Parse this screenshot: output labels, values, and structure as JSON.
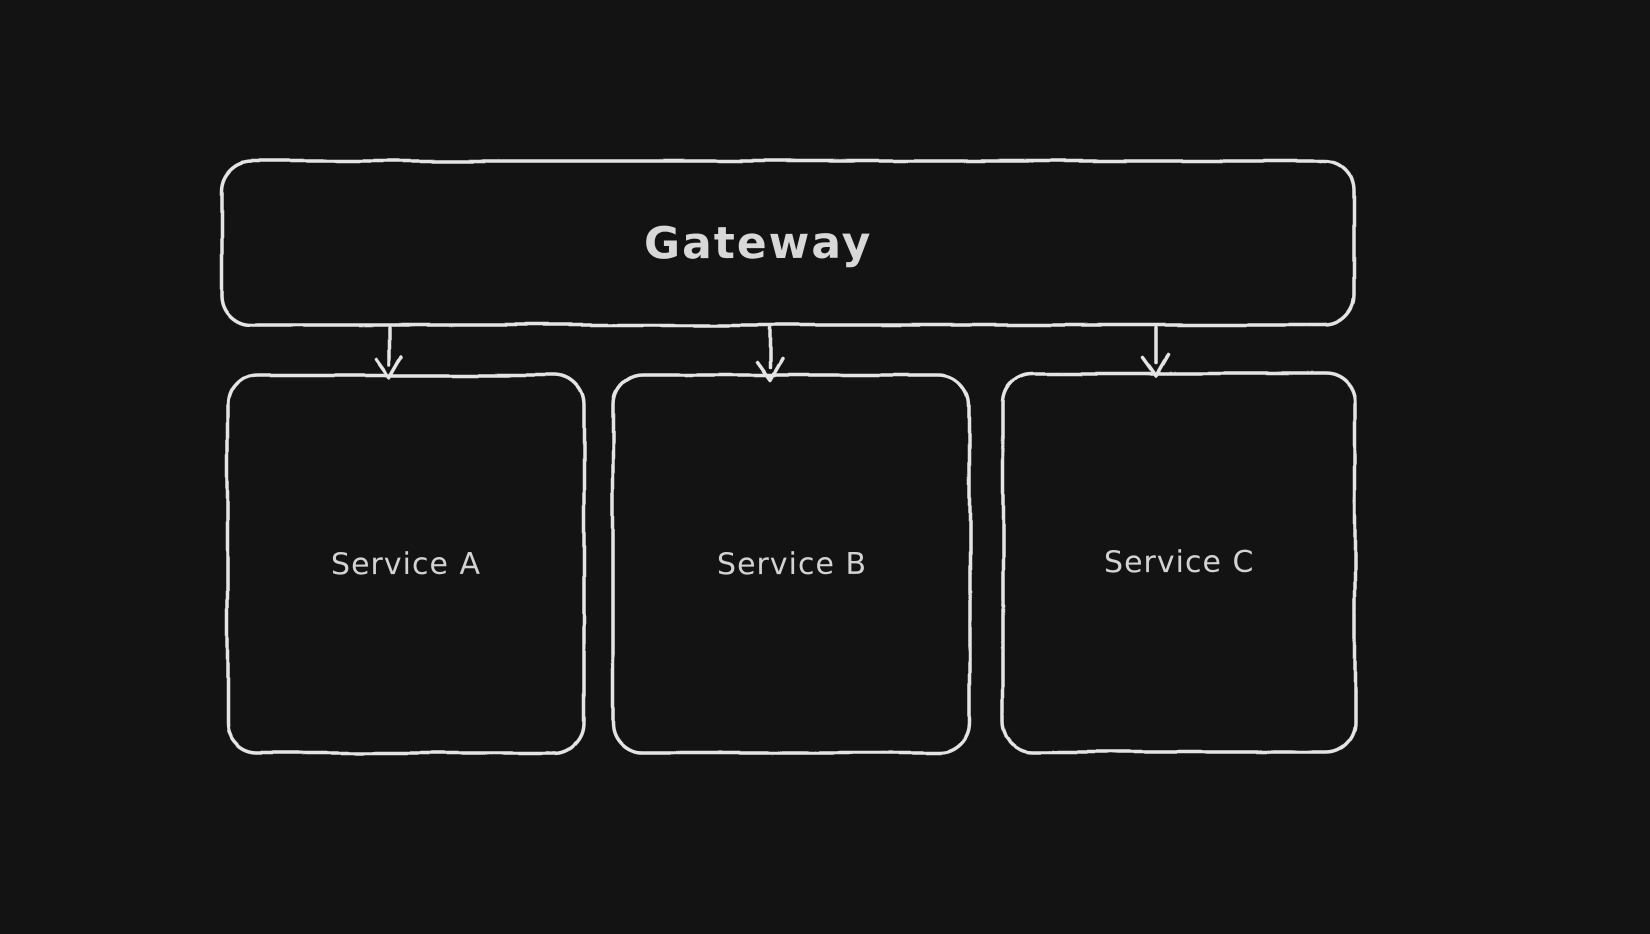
{
  "colors": {
    "background": "#131313",
    "stroke": "#e4e4e4",
    "text": "#d6d6d6"
  },
  "diagram": {
    "nodes": [
      {
        "id": "gateway",
        "label": "Gateway"
      },
      {
        "id": "service-a",
        "label": "Service A"
      },
      {
        "id": "service-b",
        "label": "Service B"
      },
      {
        "id": "service-c",
        "label": "Service C"
      }
    ],
    "edges": [
      {
        "from": "gateway",
        "to": "service-a"
      },
      {
        "from": "gateway",
        "to": "service-b"
      },
      {
        "from": "gateway",
        "to": "service-c"
      }
    ]
  }
}
